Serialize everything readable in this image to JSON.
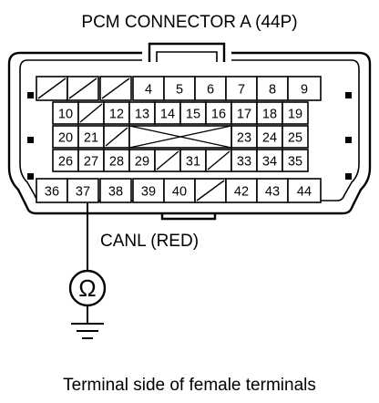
{
  "title": "PCM CONNECTOR A (44P)",
  "wire_label": "CANL (RED)",
  "meter_symbol": "Ω",
  "caption": "Terminal side of female terminals",
  "terminals": {
    "row1": [
      "",
      "",
      "",
      "4",
      "5",
      "6",
      "7",
      "8",
      "9"
    ],
    "row2": [
      "10",
      "",
      "12",
      "13",
      "14",
      "15",
      "16",
      "17",
      "18",
      "19"
    ],
    "row3": [
      "20",
      "21",
      "",
      "",
      "",
      "",
      "",
      "23",
      "24",
      "25"
    ],
    "row4": [
      "26",
      "27",
      "28",
      "29",
      "",
      "31",
      "",
      "33",
      "34",
      "35"
    ],
    "row5": [
      "36",
      "37",
      "38",
      "39",
      "40",
      "",
      "42",
      "43",
      "44"
    ]
  },
  "probe_terminal": "37",
  "icons": [
    "ohmmeter-icon",
    "ground-icon"
  ]
}
